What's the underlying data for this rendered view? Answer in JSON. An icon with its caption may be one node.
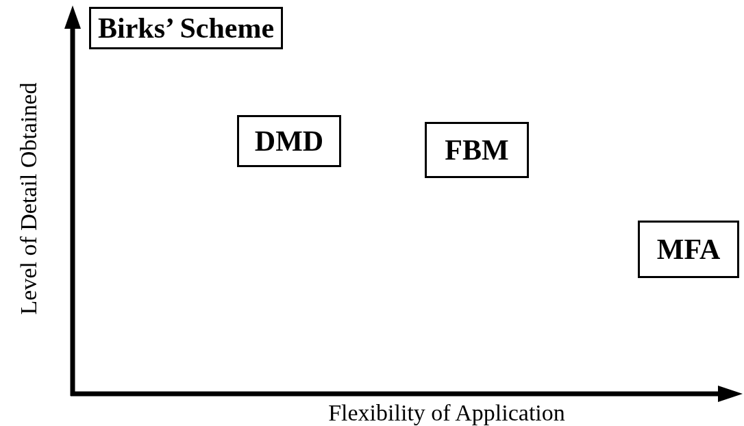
{
  "diagram": {
    "nodes": [
      {
        "text": [
          "Birks’ Scheme"
        ]
      },
      {
        "text": [
          "DMD"
        ]
      },
      {
        "text": [
          "FBM"
        ]
      },
      {
        "text": [
          "MFA"
        ]
      }
    ],
    "labels": [
      "Level of Detail Obtained",
      "Flexibility of Application"
    ]
  }
}
